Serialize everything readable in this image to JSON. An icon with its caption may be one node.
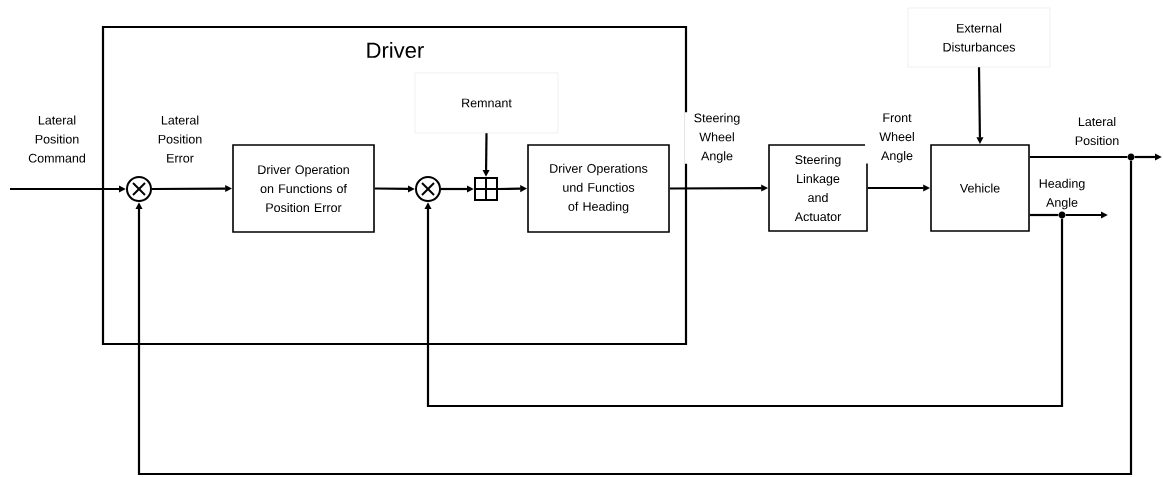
{
  "diagram": {
    "nodes": [
      {
        "text": [
          "Driver"
        ]
      },
      {
        "text": [],
        "shape": "circle",
        "in": 0
      },
      {
        "text": [
          "Driver Operation on Functions of Position Error"
        ],
        "in": 0
      },
      {
        "text": [],
        "shape": "circle",
        "in": 0
      },
      {
        "text": [],
        "shape": "box",
        "in": 0
      },
      {
        "text": [
          "Remnant"
        ],
        "in": 0
      },
      {
        "text": [
          "Driver Operations und Functios of Heading"
        ],
        "in": 0
      },
      {
        "text": [
          "Steering Linkage and Actuator"
        ]
      },
      {
        "text": [
          "Vehicle"
        ]
      },
      {
        "text": [
          "External Disturbances"
        ]
      },
      {
        "text": [],
        "shape": "dot"
      },
      {
        "text": [],
        "shape": "dot"
      }
    ],
    "edges": [
      {
        "from": null,
        "to": 1,
        "arrow": "to",
        "label": "Lateral Position Command"
      },
      {
        "from": 1,
        "to": 2,
        "arrow": "to",
        "label": "Lateral Position Error"
      },
      {
        "from": 2,
        "to": 3,
        "arrow": "to"
      },
      {
        "from": 3,
        "to": 4,
        "arrow": "to"
      },
      {
        "from": 5,
        "to": 4,
        "arrow": "to"
      },
      {
        "from": 4,
        "to": 6,
        "arrow": "to"
      },
      {
        "from": 6,
        "to": 7,
        "arrow": "to",
        "label": "Steering Wheel Angle"
      },
      {
        "from": 7,
        "to": 8,
        "arrow": "to",
        "label": "Front Wheel Angle"
      },
      {
        "from": 9,
        "to": 8,
        "arrow": "to"
      },
      {
        "from": 8,
        "to": 10,
        "arrow": "none",
        "label": "Lateral Position"
      },
      {
        "from": 10,
        "to": null,
        "arrow": "to"
      },
      {
        "from": 10,
        "to": 1,
        "arrow": "to"
      },
      {
        "from": 8,
        "to": 11,
        "arrow": "none",
        "label": "Heading Angle"
      },
      {
        "from": 11,
        "to": null,
        "arrow": "to"
      },
      {
        "from": 11,
        "to": 3,
        "arrow": "to"
      }
    ]
  }
}
